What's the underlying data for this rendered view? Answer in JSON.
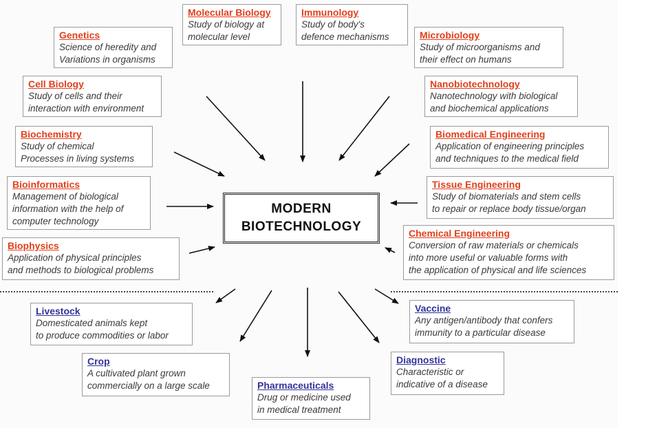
{
  "center": {
    "line1": "MODERN",
    "line2": "BIOTECHNOLOGY"
  },
  "colors": {
    "input_title": "#e0401c",
    "output_title": "#33339a",
    "border": "#9a9a9a",
    "text": "#3a3a3a"
  },
  "inputs": [
    {
      "title": "Molecular Biology",
      "desc": "Study of biology at\nmolecular level"
    },
    {
      "title": "Immunology",
      "desc": "Study of body's\ndefence mechanisms"
    },
    {
      "title": "Genetics",
      "desc": "Science of heredity and\nVariations in organisms"
    },
    {
      "title": "Microbiology",
      "desc": "Study of microorganisms and\ntheir effect on humans"
    },
    {
      "title": "Cell Biology",
      "desc": "Study of cells and their\ninteraction with environment"
    },
    {
      "title": "Nanobiotechnology",
      "desc": "Nanotechnology with biological\nand biochemical applications"
    },
    {
      "title": "Biochemistry",
      "desc": "Study of chemical\nProcesses in living systems"
    },
    {
      "title": "Biomedical Engineering",
      "desc": "Application of engineering principles\nand techniques to the medical field"
    },
    {
      "title": "Bioinformatics",
      "desc": "Management of biological\ninformation with the help of\ncomputer technology"
    },
    {
      "title": "Tissue Engineering",
      "desc": "Study of biomaterials and stem cells\nto repair or replace body tissue/organ"
    },
    {
      "title": "Biophysics",
      "desc": "Application of physical principles\nand methods to biological problems"
    },
    {
      "title": "Chemical Engineering",
      "desc": "Conversion of raw materials or chemicals\ninto more useful or valuable forms with\nthe application of physical and life sciences"
    }
  ],
  "outputs": [
    {
      "title": "Livestock",
      "desc": "Domesticated animals kept\nto produce commodities or labor"
    },
    {
      "title": "Vaccine",
      "desc": "Any antigen/antibody that confers\nimmunity to a particular disease"
    },
    {
      "title": "Crop",
      "desc": "A cultivated plant grown\ncommercially on a large scale"
    },
    {
      "title": "Diagnostic",
      "desc": "Characteristic or\nindicative of a disease"
    },
    {
      "title": "Pharmaceuticals",
      "desc": "Drug or medicine used\nin medical treatment"
    }
  ]
}
